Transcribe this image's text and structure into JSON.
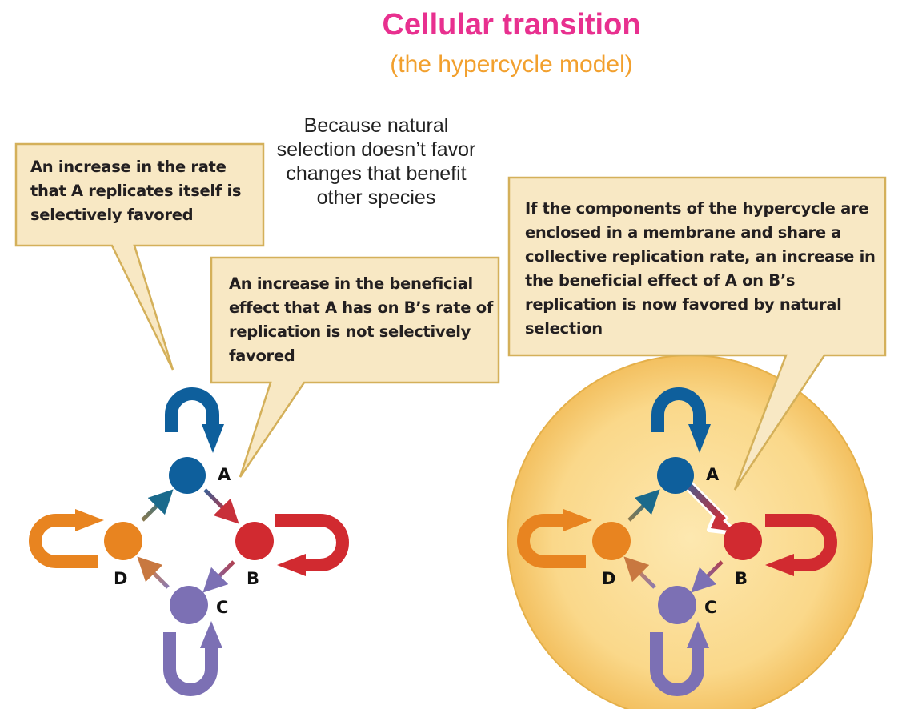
{
  "header": {
    "title": "Cellular transition",
    "subtitle": "(the hypercycle model)"
  },
  "note": "Because natural selection doesn’t favor changes that benefit other species",
  "callouts": {
    "left_top": "An increase in the rate that A replicates itself is selectively favored",
    "left_middle": "An increase in the beneficial effect that A has on B’s rate of replication is not selectively favored",
    "right": "If the components of the hypercycle are enclosed in a membrane and share a collective replication rate, an increase in the beneficial effect of A on B’s replication is now favored by natural selection"
  },
  "nodes": {
    "a": "A",
    "b": "B",
    "c": "C",
    "d": "D"
  },
  "colors": {
    "title": "#e8308f",
    "subtitle": "#f2a02e",
    "node_a": "#0e5f9c",
    "node_b": "#d12a30",
    "node_c": "#7c70b4",
    "node_d": "#e88420",
    "callout_fill": "#f8e8c4",
    "callout_border": "#d4b05a",
    "membrane": "#f9d682"
  }
}
